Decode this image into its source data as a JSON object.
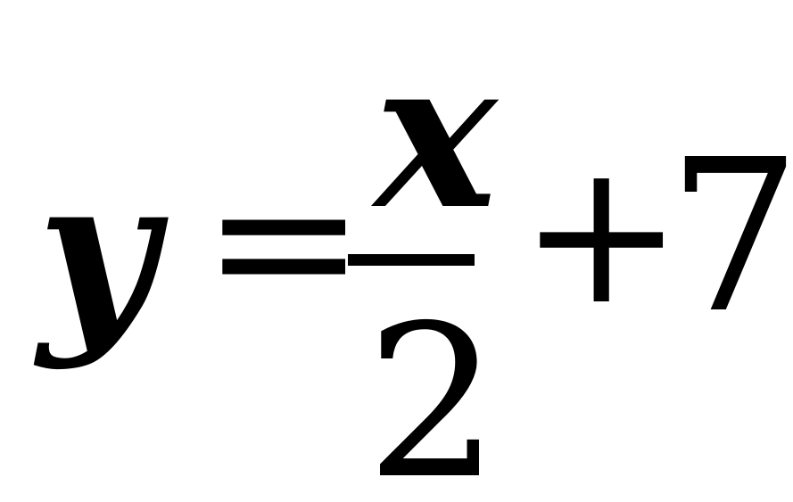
{
  "equation": {
    "lhs": "y",
    "equals": "=",
    "numerator": "x",
    "denominator": "2",
    "plus": "+",
    "constant": "7"
  }
}
